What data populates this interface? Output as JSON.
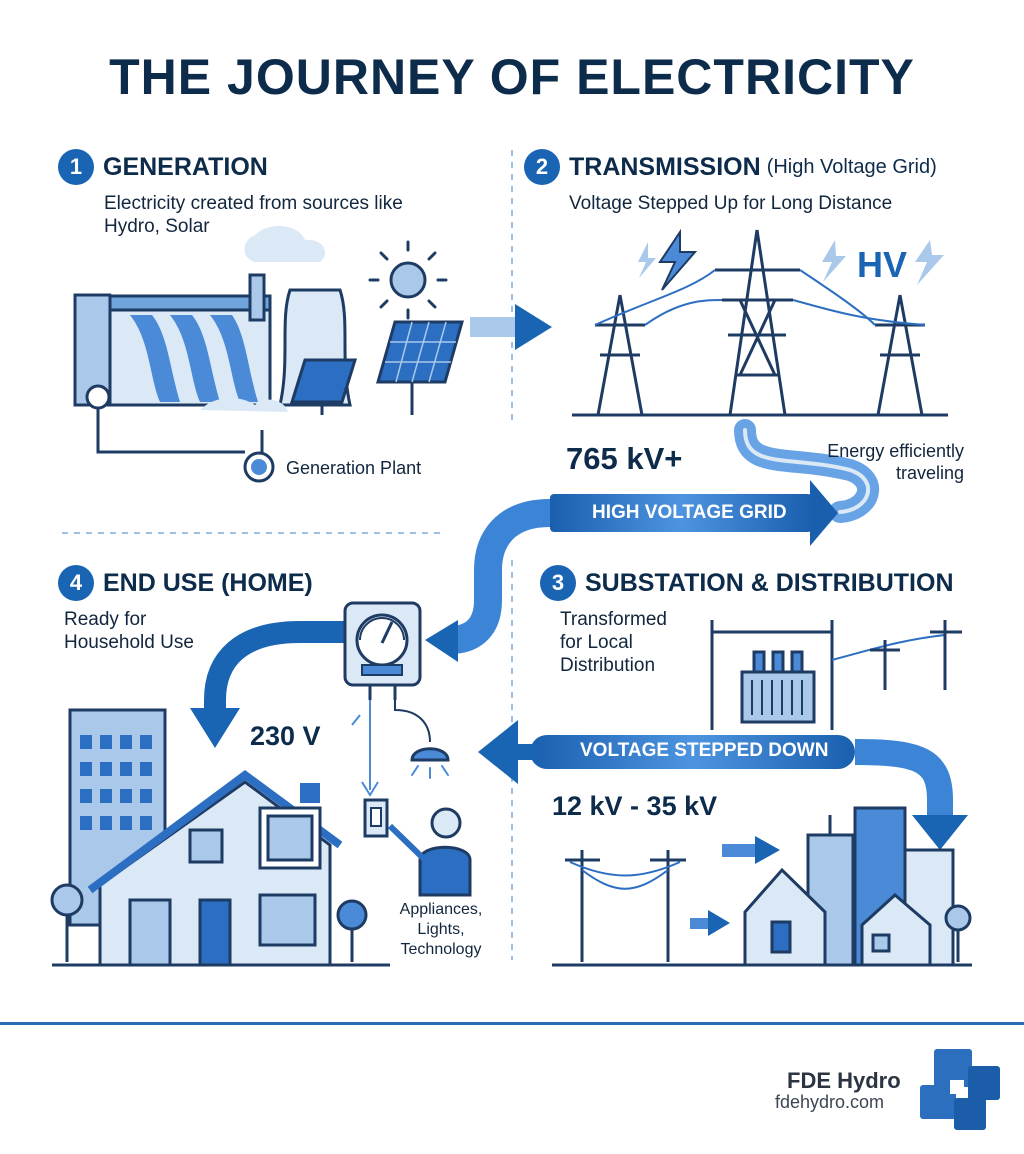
{
  "title": "THE JOURNEY OF ELECTRICITY",
  "sections": {
    "generation": {
      "number": "1",
      "title": "GENERATION",
      "description_line1": "Electricity created from sources like",
      "description_line2": "Hydro, Solar",
      "plant_label": "Generation Plant"
    },
    "transmission": {
      "number": "2",
      "title": "TRANSMISSION",
      "subtitle": "(High Voltage Grid)",
      "description": "Voltage Stepped Up for Long Distance",
      "hv_badge": "HV",
      "voltage": "765 kV+",
      "note_line1": "Energy efficiently",
      "note_line2": "traveling",
      "banner": "HIGH VOLTAGE GRID"
    },
    "substation": {
      "number": "3",
      "title": "SUBSTATION & DISTRIBUTION",
      "description_line1": "Transformed",
      "description_line2": "for Local",
      "description_line3": "Distribution",
      "banner": "VOLTAGE STEPPED DOWN",
      "voltage": "12 kV - 35 kV"
    },
    "end_use": {
      "number": "4",
      "title": "END USE (HOME)",
      "description_line1": "Ready for",
      "description_line2": "Household Use",
      "voltage": "230 V",
      "appliances_line1": "Appliances,",
      "appliances_line2": "Lights,",
      "appliances_line3": "Technology"
    }
  },
  "brand": {
    "name": "FDE Hydro",
    "url": "fdehydro.com"
  },
  "colors": {
    "dark_navy": "#0d2b4a",
    "primary_blue": "#1a64b4",
    "light_blue": "#a9c8ea",
    "pale_blue": "#dbe8f6"
  }
}
